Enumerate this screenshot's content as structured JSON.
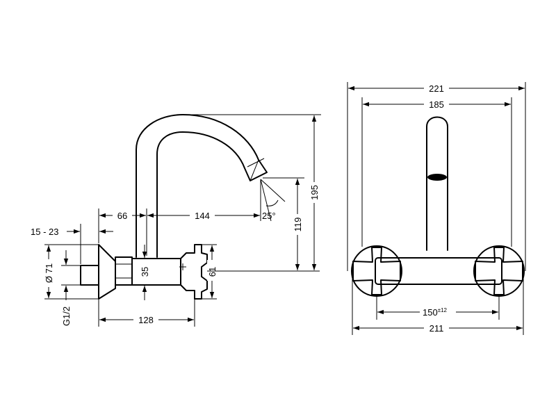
{
  "side_view": {
    "dim_66": "66",
    "dim_144": "144",
    "dim_15_23": "15 - 23",
    "dim_d71": "Ø 71",
    "dim_g12": "G1/2",
    "dim_35": "35",
    "dim_61": "61",
    "dim_128": "128",
    "dim_119": "119",
    "dim_195": "195",
    "dim_25deg": "25°"
  },
  "front_view": {
    "dim_221": "221",
    "dim_185": "185",
    "dim_150": "150",
    "dim_150_tol": "±12",
    "dim_211": "211"
  }
}
